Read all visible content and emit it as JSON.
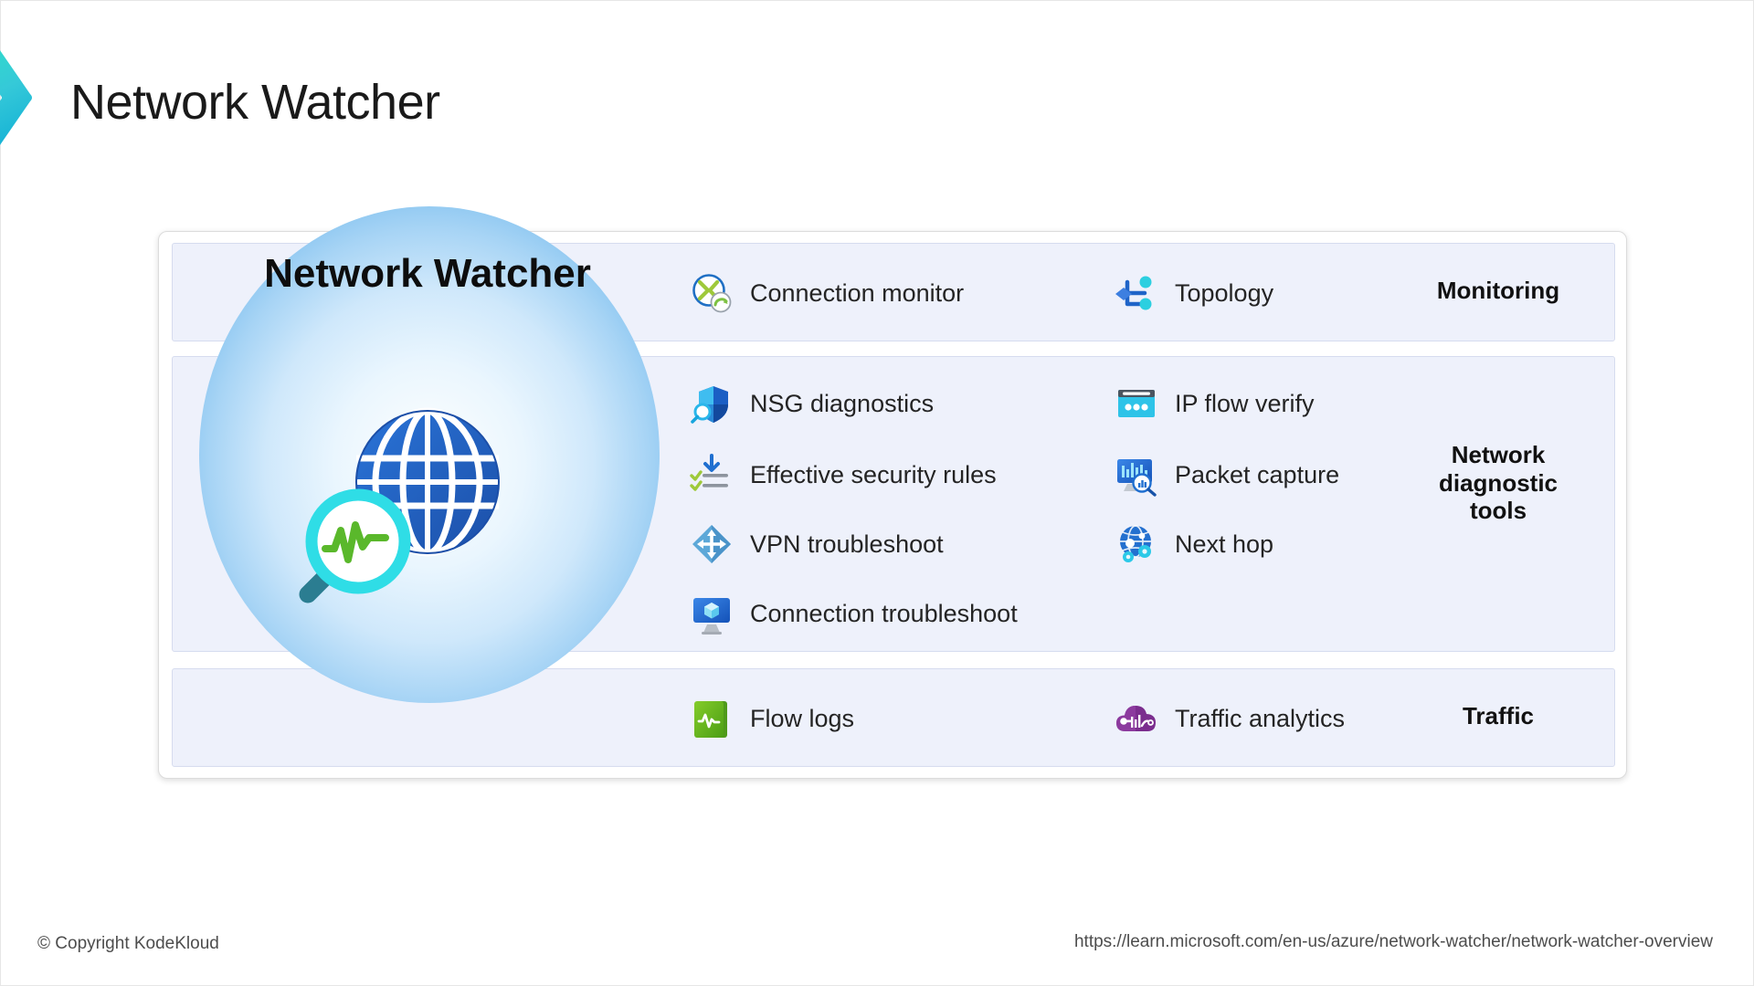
{
  "header": {
    "title": "Network Watcher",
    "logo_icon": "chevron-right-icon"
  },
  "hero": {
    "sphere_label": "Network Watcher",
    "icon": "globe-magnifier-icon"
  },
  "bands": [
    {
      "id": "monitoring",
      "label": "Monitoring",
      "items": [
        {
          "label": "Connection monitor",
          "icon": "connection-monitor-icon",
          "column": "a"
        },
        {
          "label": "Topology",
          "icon": "topology-icon",
          "column": "b"
        }
      ]
    },
    {
      "id": "diagnostic",
      "label": "Network\ndiagnostic\ntools",
      "label_lines": [
        "Network",
        "diagnostic",
        "tools"
      ],
      "items": [
        {
          "label": "NSG diagnostics",
          "icon": "shield-magnifier-icon",
          "column": "a"
        },
        {
          "label": "Effective security rules",
          "icon": "checklist-arrow-icon",
          "column": "a"
        },
        {
          "label": "VPN troubleshoot",
          "icon": "vpn-diamond-arrows-icon",
          "column": "a"
        },
        {
          "label": "Connection troubleshoot",
          "icon": "monitor-cube-icon",
          "column": "a"
        },
        {
          "label": "IP flow verify",
          "icon": "window-dots-icon",
          "column": "b"
        },
        {
          "label": "Packet capture",
          "icon": "monitor-chart-magnifier-icon",
          "column": "b"
        },
        {
          "label": "Next hop",
          "icon": "globe-gears-icon",
          "column": "b"
        }
      ]
    },
    {
      "id": "traffic",
      "label": "Traffic",
      "items": [
        {
          "label": "Flow logs",
          "icon": "green-book-waveform-icon",
          "column": "a"
        },
        {
          "label": "Traffic analytics",
          "icon": "purple-cloud-chart-icon",
          "column": "b"
        }
      ]
    }
  ],
  "footer": {
    "copyright": "© Copyright KodeKloud",
    "source_url": "https://learn.microsoft.com/en-us/azure/network-watcher/network-watcher-overview"
  },
  "colors": {
    "accent_teal": "#2ec7cf",
    "band_bg": "#eef1fb",
    "band_border": "#d6dcef",
    "text": "#242424"
  }
}
